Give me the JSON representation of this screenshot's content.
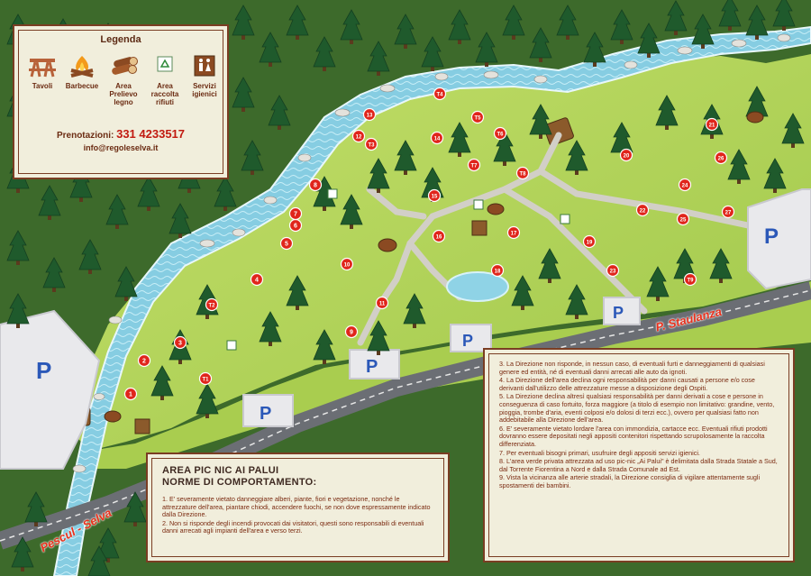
{
  "legend": {
    "title": "Legenda",
    "items": [
      {
        "label": "Tavoli",
        "icon": "picnic-table-icon"
      },
      {
        "label": "Barbecue",
        "icon": "barbecue-icon"
      },
      {
        "label": "Area Prelievo legno",
        "icon": "firewood-icon"
      },
      {
        "label": "Area raccolta rifiuti",
        "icon": "recycling-icon"
      },
      {
        "label": "Servizi igienici",
        "icon": "toilet-icon"
      }
    ],
    "booking_label": "Prenotazioni:",
    "phone": "331 4233517",
    "email": "info@regoleselva.it"
  },
  "rules_left": {
    "title_line1": "AREA PIC NIC AI PALUI",
    "title_line2": "NORME DI COMPORTAMENTO:",
    "rules": [
      "1. E' severamente vietato danneggiare alberi, piante, fiori e vegetazione, nonché le attrezzature dell'area, piantare chiodi, accendere fuochi, se non dove espressamente indicato dalla Direzione.",
      "2. Non si risponde degli incendi provocati dai visitatori, questi sono responsabili di eventuali danni arrecati agli impianti dell'area e verso terzi."
    ]
  },
  "rules_right": {
    "rules": [
      "3. La Direzione non risponde, in nessun caso, di eventuali furti e danneggiamenti di qualsiasi genere ed entità, né di eventuali danni arrecati alle auto da ignoti.",
      "4. La Direzione dell'area declina ogni responsabilità per danni causati a persone e/o cose derivanti dall'utilizzo delle attrezzature messe a disposizione degli Ospiti.",
      "5. La Direzione declina altresì qualsiasi responsabilità per danni derivati a cose e persone in conseguenza di caso fortuito, forza maggiore (a titolo di esempio non limitativo: grandine, vento, pioggia, trombe d'aria, eventi colposi e/o dolosi di terzi ecc.), ovvero per qualsiasi fatto non addebitabile alla Direzione dell'area.",
      "6. E' severamente vietato lordare l'area con immondizia, cartacce ecc. Eventuali rifiuti prodotti dovranno essere depositati negli appositi contenitori rispettando scrupolosamente la raccolta differenziata.",
      "7. Per eventuali bisogni primari, usufruire degli appositi servizi igienici.",
      "8. L'area verde privata attrezzata ad uso pic-nic „Ai Palui\" è delimitata dalla Strada Statale a Sud, dal Torrente Fiorentina a Nord e dalla Strada Comunale ad Est.",
      "9. Vista la vicinanza alle arterie stradali, la Direzione consiglia di vigilare attentamente sugli spostamenti dei bambini."
    ]
  },
  "roads": {
    "east": "P. Staulanza",
    "west": "Pescul - Selva"
  },
  "parking_symbol": "P",
  "tables": [
    "1",
    "2",
    "3",
    "4",
    "5",
    "6",
    "7",
    "8",
    "9",
    "10",
    "11",
    "12",
    "13",
    "14",
    "15",
    "16",
    "17",
    "18",
    "19",
    "20",
    "21",
    "22",
    "23",
    "24",
    "25",
    "26",
    "27"
  ],
  "tents": [
    "T1",
    "T2",
    "T3",
    "T4",
    "T5",
    "T6",
    "T7",
    "T8",
    "T9"
  ],
  "colors": {
    "river": "#8fd3e6",
    "meadow": "#b6d65a",
    "road": "#6b6e74",
    "path": "#c9c6bf",
    "marker": "#e0251b",
    "panel_border": "#7a3d23",
    "parking_text": "#2b58b8"
  }
}
